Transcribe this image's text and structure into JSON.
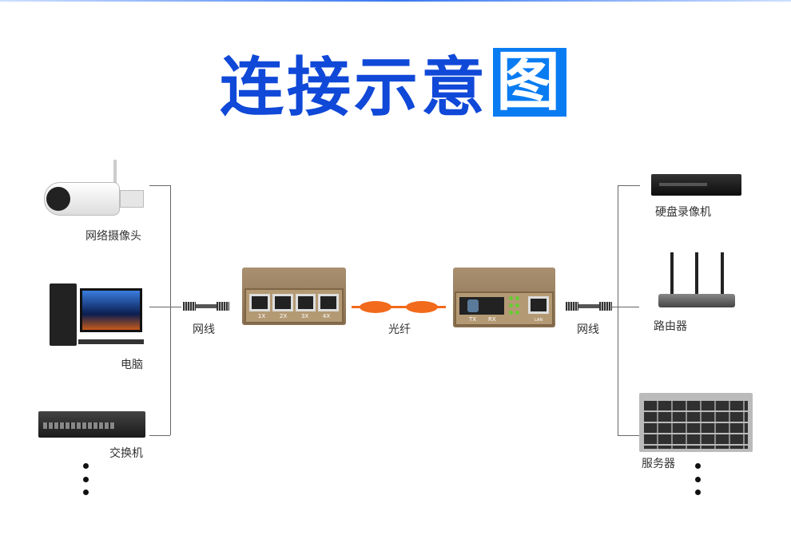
{
  "title": {
    "main": "连接示意",
    "last": "图"
  },
  "left_devices": [
    {
      "label": "网络摄像头",
      "icon": "ip-camera-icon"
    },
    {
      "label": "电脑",
      "icon": "computer-icon"
    },
    {
      "label": "交换机",
      "icon": "network-switch-icon"
    }
  ],
  "right_devices": [
    {
      "label": "硬盘录像机",
      "icon": "dvr-icon"
    },
    {
      "label": "路由器",
      "icon": "router-icon"
    },
    {
      "label": "服务器",
      "icon": "server-icon"
    }
  ],
  "links": {
    "left_cable": "网线",
    "fiber": "光纤",
    "right_cable": "网线"
  },
  "switch_ports": [
    "1X",
    "2X",
    "3X",
    "4X"
  ],
  "converter_ports": {
    "tx": "TX",
    "rx": "RX",
    "lan": "LAN"
  },
  "colors": {
    "title": "#1048d8",
    "title_box": "#0a7cf2",
    "fiber": "#f26a1b"
  }
}
